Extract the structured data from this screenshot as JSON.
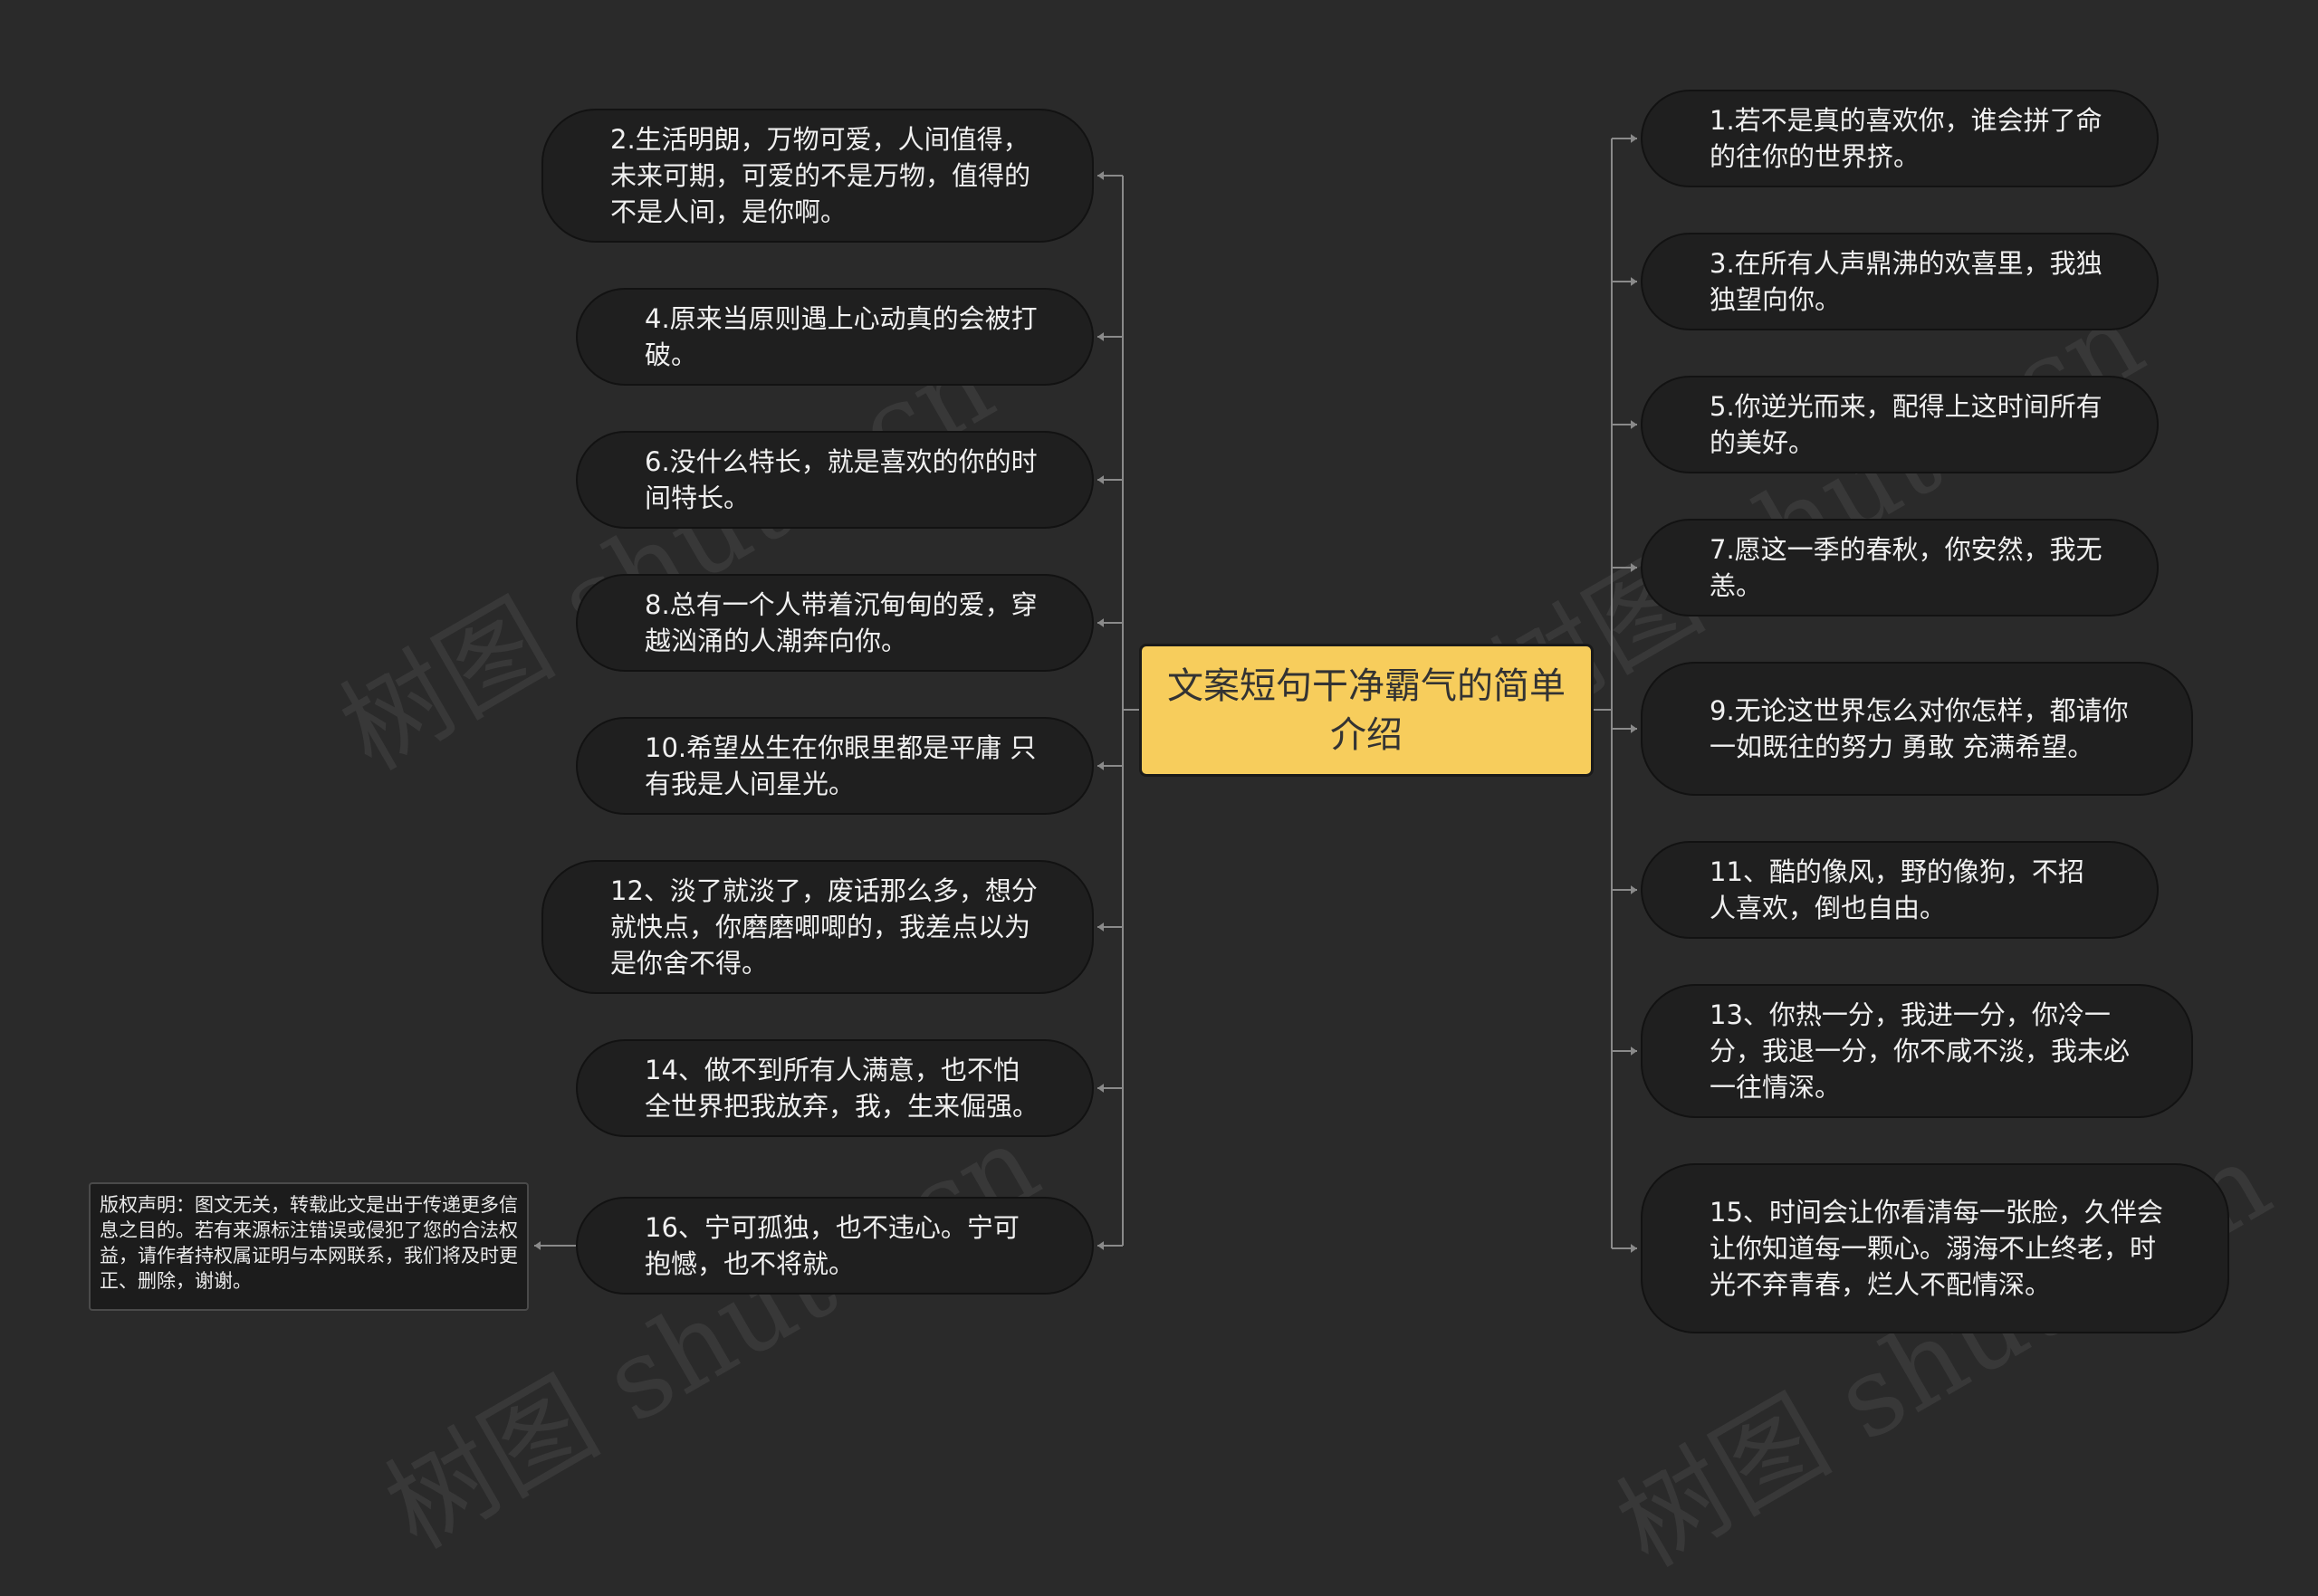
{
  "center_title": "文案短句干净霸气的简单介绍",
  "left_nodes": [
    "2.生活明朗，万物可爱，人间值得，未来可期，可爱的不是万物，值得的不是人间，是你啊。",
    "4.原来当原则遇上心动真的会被打破。",
    "6.没什么特长，就是喜欢的你的时间特长。",
    "8.总有一个人带着沉甸甸的爱，穿越汹涌的人潮奔向你。",
    "10.希望丛生在你眼里都是平庸 只有我是人间星光。",
    "12、淡了就淡了，废话那么多，想分就快点，你磨磨唧唧的，我差点以为是你舍不得。",
    "14、做不到所有人满意，也不怕全世界把我放弃，我，生来倔强。",
    "16、宁可孤独，也不违心。宁可抱憾，也不将就。"
  ],
  "right_nodes": [
    "1.若不是真的喜欢你，谁会拼了命的往你的世界挤。",
    "3.在所有人声鼎沸的欢喜里，我独独望向你。",
    "5.你逆光而来，配得上这时间所有的美好。",
    "7.愿这一季的春秋，你安然，我无恙。",
    "9.无论这世界怎么对你怎样，都请你一如既往的努力 勇敢 充满希望。",
    "11、酷的像风，野的像狗，不招人喜欢，倒也自由。",
    "13、你热一分，我进一分，你冷一分，我退一分，你不咸不淡，我未必一往情深。",
    "15、时间会让你看清每一张脸，久伴会让你知道每一颗心。溺海不止终老，时光不弃青春，烂人不配情深。"
  ],
  "disclaimer": "版权声明：图文无关，转载此文是出于传递更多信息之目的。若有来源标注错误或侵犯了您的合法权益，请作者持权属证明与本网联系，我们将及时更正、删除，谢谢。",
  "watermark_text": "树图 shutu.cn",
  "colors": {
    "background": "#2a2a2a",
    "center_fill": "#f7cd5c",
    "node_fill": "#1f1f1f",
    "connector": "#8a8a8a"
  }
}
